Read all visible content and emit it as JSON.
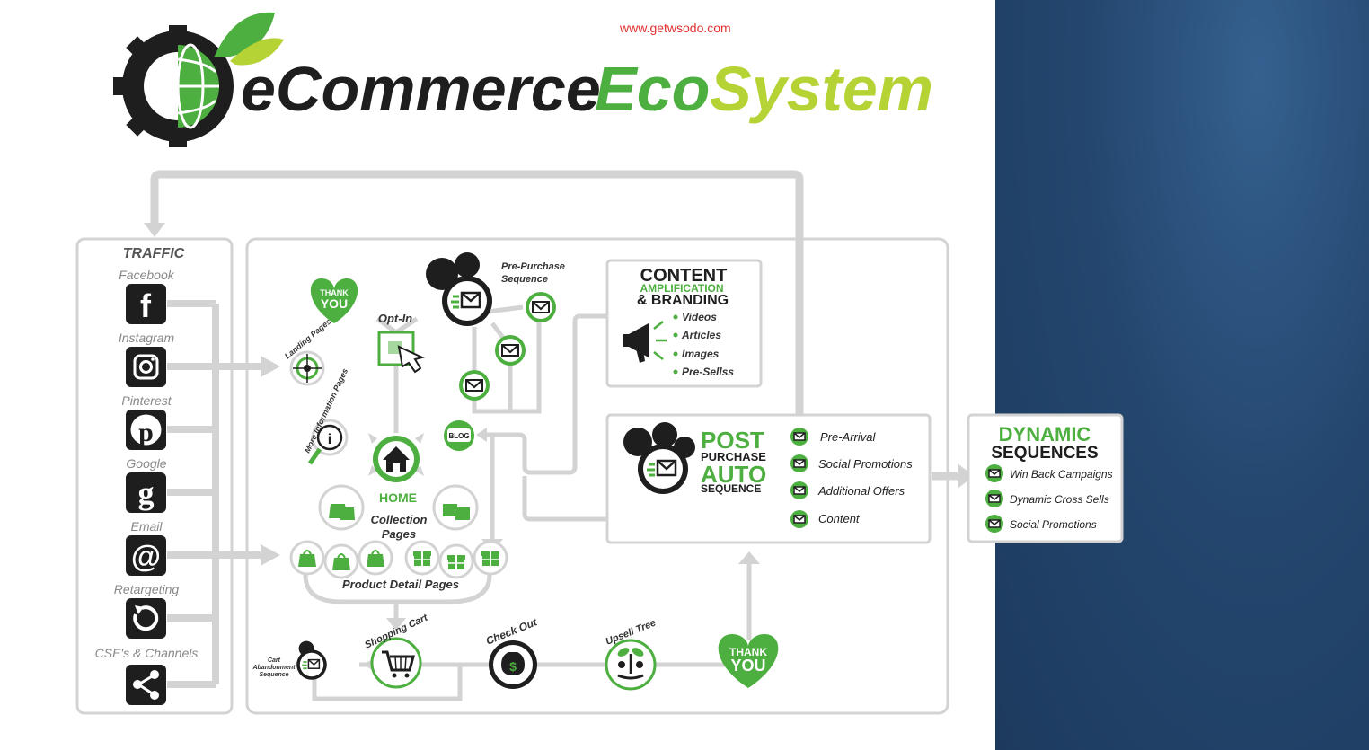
{
  "header": {
    "title_part1": "eCommerce",
    "title_part2": "Eco",
    "title_part3": "System",
    "watermark": "www.getwsodo.com"
  },
  "traffic": {
    "title": "TRAFFIC",
    "sources": [
      "Facebook",
      "Instagram",
      "Pinterest",
      "Google",
      "Email",
      "Retargeting",
      "CSE's & Channels"
    ]
  },
  "site": {
    "thank_you_top": "THANK",
    "thank_you_bottom": "YOU",
    "opt_in": "Opt-In",
    "landing_pages": "Landing Pages",
    "more_info_pages": "More Information Pages",
    "home": "HOME",
    "collection_line1": "Collection",
    "collection_line2": "Pages",
    "product_detail": "Product Detail Pages",
    "blog": "BLOG",
    "pre_purchase_line1": "Pre-Purchase",
    "pre_purchase_line2": "Sequence"
  },
  "content_box": {
    "title": "CONTENT",
    "sub1": "AMPLIFICATION",
    "sub2": "& BRANDING",
    "items": [
      "Videos",
      "Articles",
      "Images",
      "Pre-Sellss"
    ]
  },
  "post_purchase": {
    "word1": "POST",
    "word2": "PURCHASE",
    "word3": "AUTO",
    "word4": "SEQUENCE",
    "items": [
      "Pre-Arrival",
      "Social Promotions",
      "Additional Offers",
      "Content"
    ]
  },
  "dynamic": {
    "title1": "DYNAMIC",
    "title2": "SEQUENCES",
    "items": [
      "Win Back Campaigns",
      "Dynamic Cross Sells",
      "Social Promotions"
    ]
  },
  "bottom_flow": {
    "cart_abandon_line1": "Cart",
    "cart_abandon_line2": "Abandonment",
    "cart_abandon_line3": "Sequence",
    "shopping_cart": "Shopping Cart",
    "check_out": "Check Out",
    "upsell_tree": "Upsell Tree",
    "thank_top": "THANK",
    "thank_bottom": "YOU"
  },
  "colors": {
    "green": "#4caf3f",
    "lime": "#b5d334",
    "dark": "#1e1e1e",
    "gray_line": "#d0d0d0",
    "panel_blue": "#24476f"
  }
}
